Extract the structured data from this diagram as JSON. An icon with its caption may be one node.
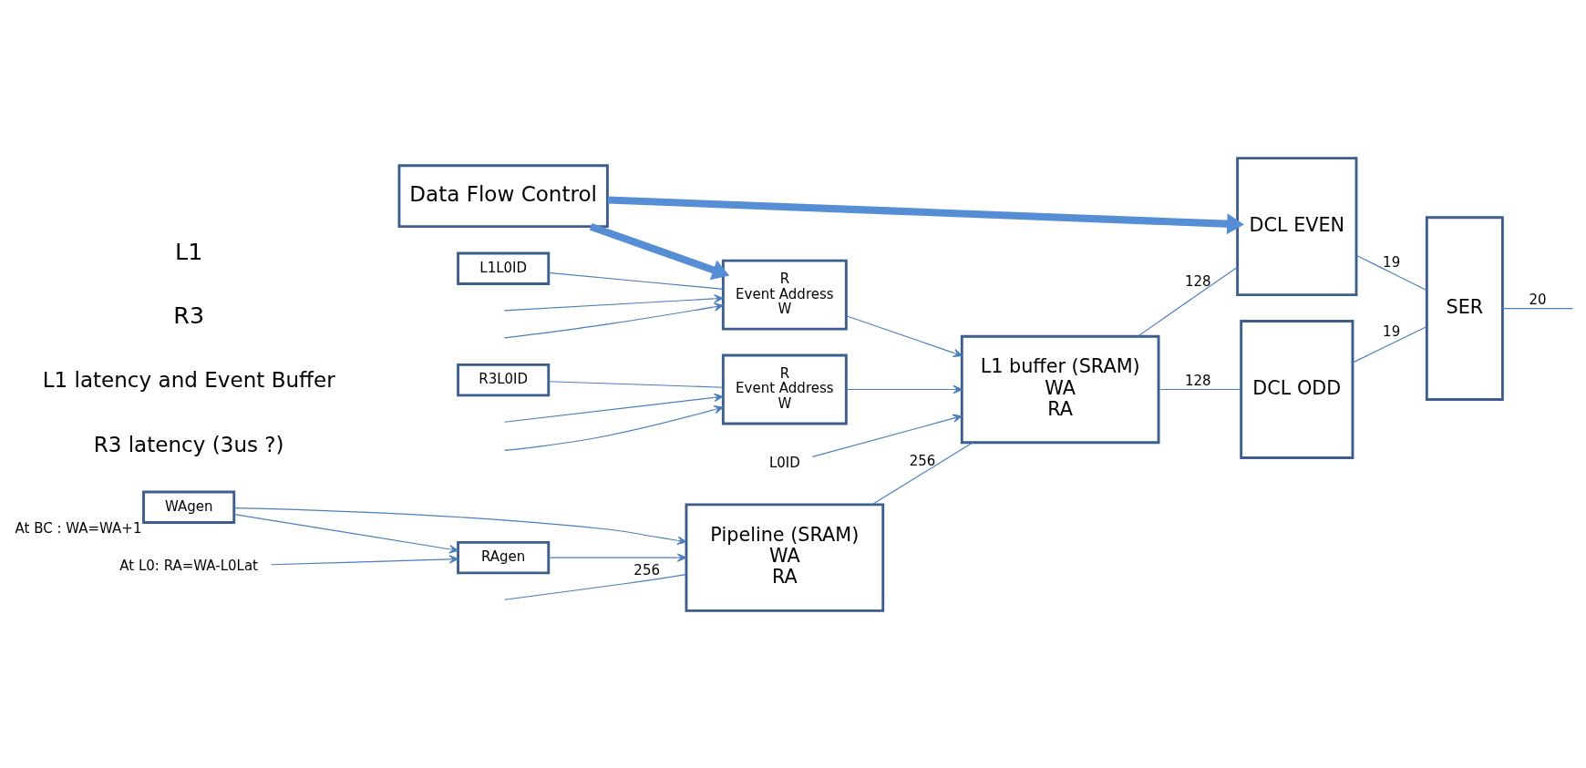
{
  "diagram": {
    "nodes": [
      {
        "text": [
          "Pipeline (SRAM)",
          "WA",
          "RA"
        ]
      },
      {
        "text": [
          "L1 buffer (SRAM)",
          "WA",
          "RA"
        ]
      },
      {
        "text": [
          "DCL ODD"
        ]
      },
      {
        "text": [
          "DCL EVEN"
        ]
      },
      {
        "text": [
          "SER"
        ]
      },
      {
        "text": [
          "WAgen"
        ],
        "beside": [
          "At BC : WA=WA+1"
        ]
      },
      {
        "text": [
          "RAgen"
        ]
      },
      {
        "text": [
          "R",
          "Event Address",
          "W"
        ]
      },
      {
        "text": [
          "R",
          "Event Address",
          "W"
        ]
      },
      {
        "text": [
          "R3L0ID"
        ]
      },
      {
        "text": [
          "L1L0ID"
        ]
      },
      {
        "text": [
          "Data Flow Control"
        ]
      },
      {
        "text": [
          "L0ID"
        ]
      },
      {
        "text": [
          "At L0: RA=WA-L0Lat"
        ]
      }
    ],
    "edges": [
      {
        "from": null,
        "to": 0,
        "arrow": "none",
        "label": "256"
      },
      {
        "from": 0,
        "to": 1,
        "arrow": "none",
        "label": "256"
      },
      {
        "from": 1,
        "to": 2,
        "arrow": "none",
        "label": "128"
      },
      {
        "from": 1,
        "to": 3,
        "arrow": "none",
        "label": "128"
      },
      {
        "from": 2,
        "to": 4,
        "arrow": "none",
        "label": "19"
      },
      {
        "from": 3,
        "to": 4,
        "arrow": "none",
        "label": "19"
      },
      {
        "from": 4,
        "to": null,
        "arrow": "none",
        "label": "20"
      },
      {
        "from": 5,
        "to": 0,
        "arrow": "to"
      },
      {
        "from": 5,
        "to": 6,
        "arrow": "to"
      },
      {
        "from": 6,
        "to": 0,
        "arrow": "to"
      },
      {
        "from": 13,
        "to": 6,
        "arrow": "to"
      },
      {
        "from": 12,
        "to": 1,
        "arrow": "to"
      },
      {
        "from": 7,
        "to": 1,
        "arrow": "to"
      },
      {
        "from": 8,
        "to": 1,
        "arrow": "to"
      },
      {
        "from": null,
        "to": 7,
        "arrow": "to"
      },
      {
        "from": null,
        "to": 7,
        "arrow": "to"
      },
      {
        "from": null,
        "to": 8,
        "arrow": "to"
      },
      {
        "from": null,
        "to": 8,
        "arrow": "to"
      },
      {
        "from": 9,
        "to": 7,
        "arrow": "none"
      },
      {
        "from": 10,
        "to": 8,
        "arrow": "none"
      },
      {
        "from": 11,
        "to": 3,
        "arrow": "to",
        "style": "thick",
        "color": "#558ed5"
      },
      {
        "from": 11,
        "to": 8,
        "arrow": "to",
        "style": "thick",
        "color": "#558ed5"
      }
    ],
    "labels": [
      "R3 latency (3us ?)",
      "L1 latency and Event Buffer",
      "R3",
      "L1"
    ]
  }
}
